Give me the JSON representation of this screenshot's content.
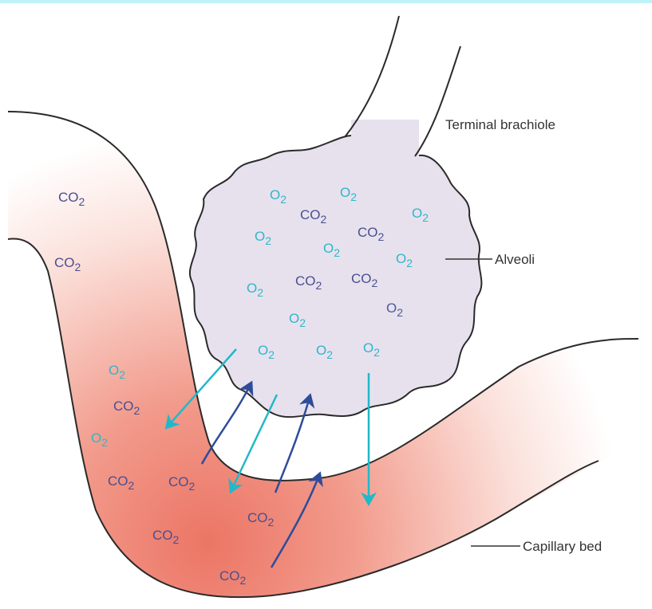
{
  "labels": {
    "terminal_brachiole": "Terminal brachiole",
    "alveoli": "Alveoli",
    "capillary_bed": "Capillary bed"
  },
  "molecules": {
    "o2_alveolus": [
      "O2",
      "O2",
      "O2",
      "O2",
      "O2",
      "O2",
      "O2",
      "O2",
      "O2",
      "O2",
      "O2"
    ],
    "o2_dark": [
      "O2"
    ],
    "co2_alveolus": [
      "CO2",
      "CO2",
      "CO2",
      "CO2"
    ],
    "o2_capillary": [
      "O2",
      "O2"
    ],
    "co2_capillary": [
      "CO2",
      "CO2",
      "CO2",
      "CO2",
      "CO2",
      "CO2",
      "CO2",
      "CO2"
    ]
  },
  "colors": {
    "o2": "#2fb6c9",
    "co2": "#4a4f8e",
    "alveolus_fill": "#e7e1ee",
    "capillary_red": "#ef8878"
  }
}
